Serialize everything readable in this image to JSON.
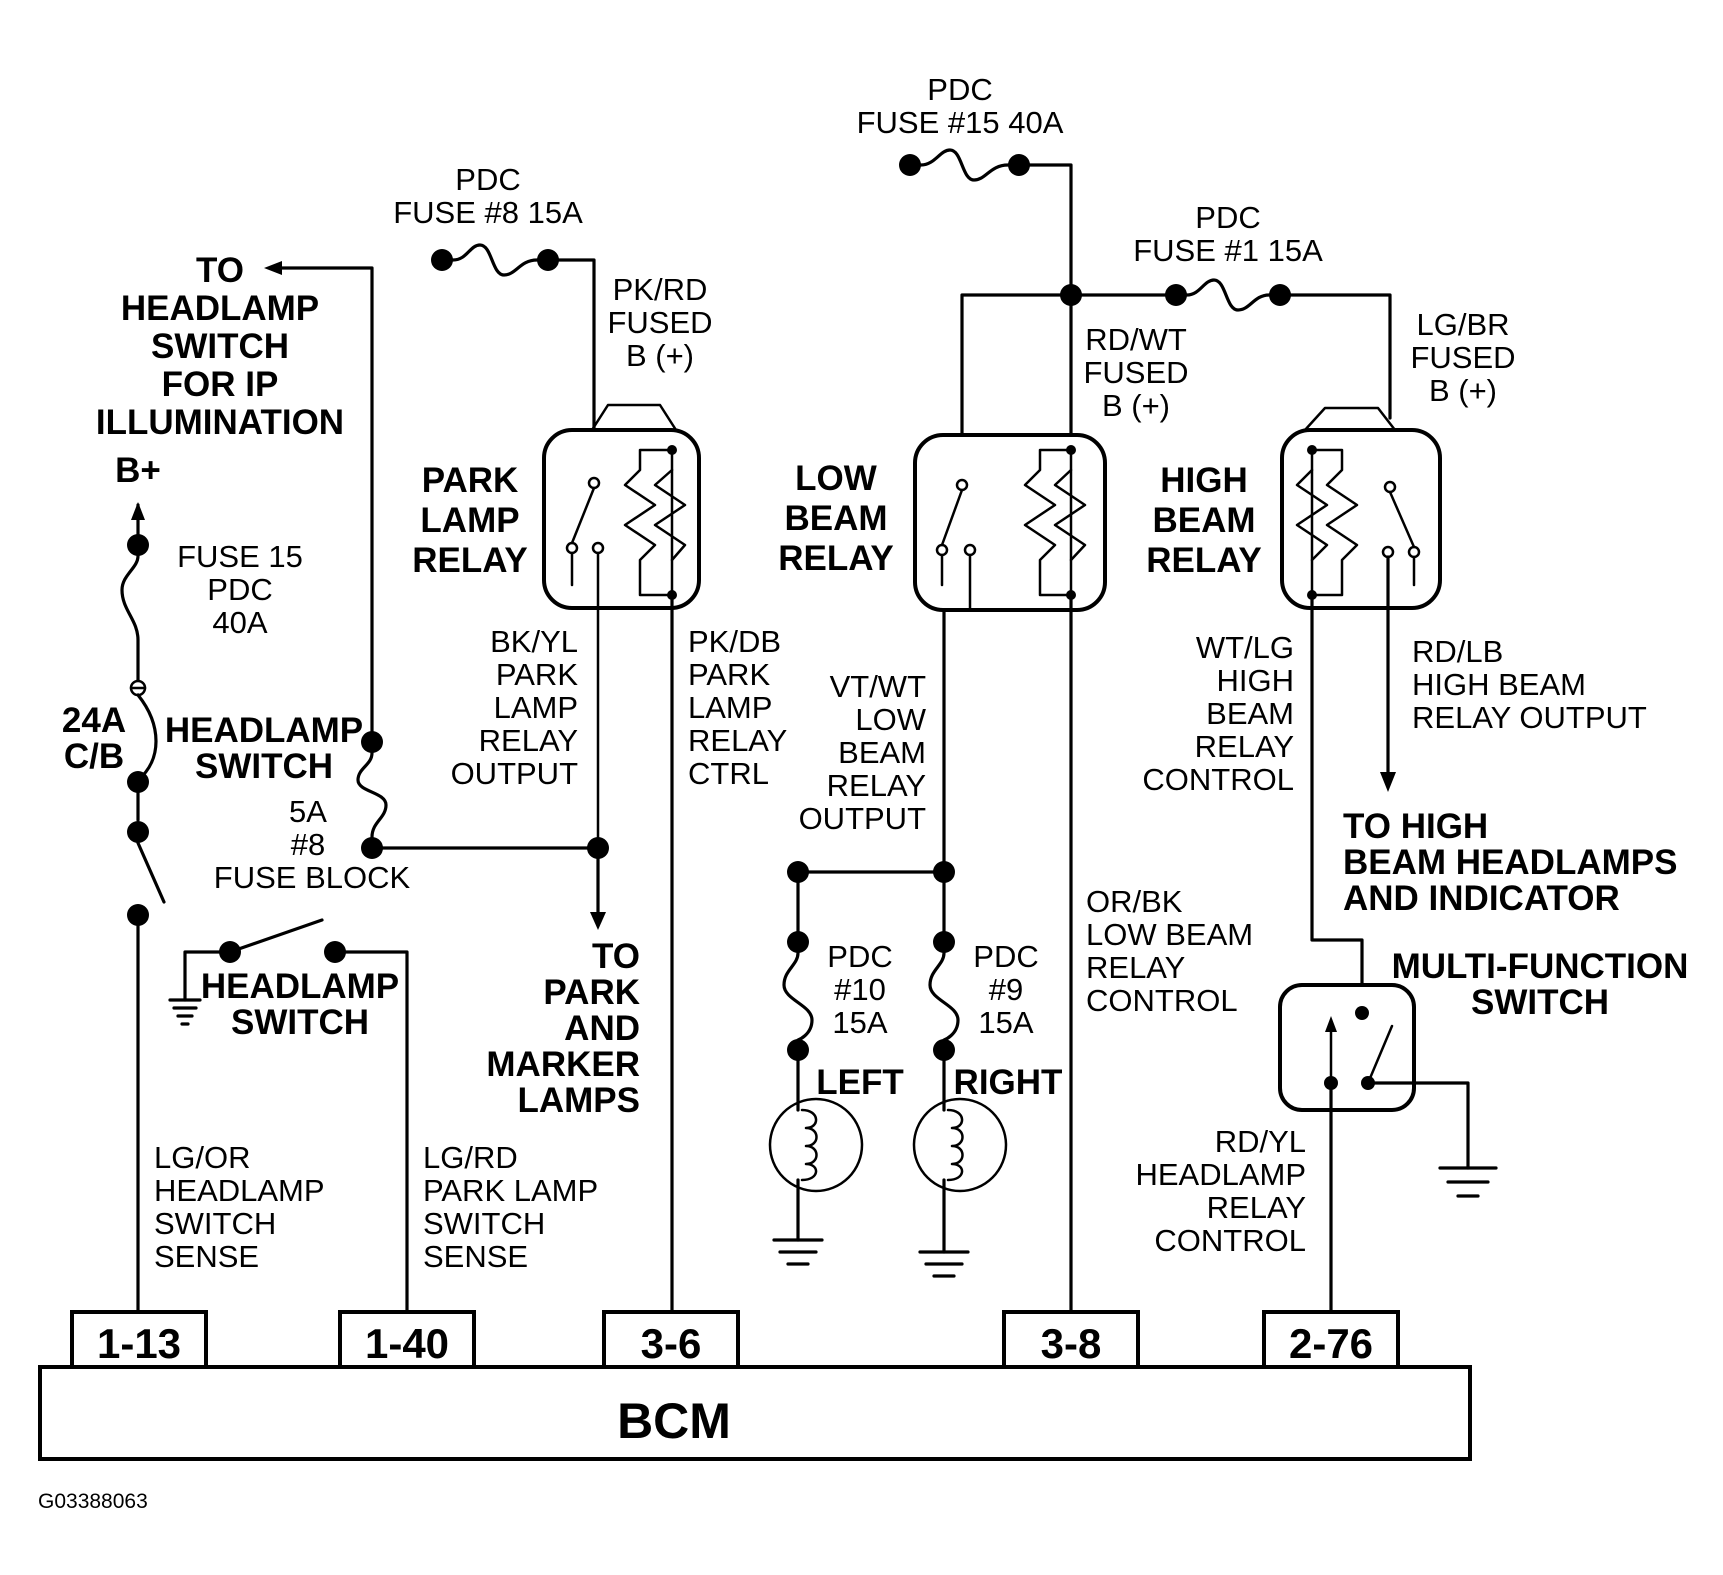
{
  "diagram_id": "G03388063",
  "module": {
    "label": "BCM"
  },
  "pins": [
    "1-13",
    "1-40",
    "3-6",
    "3-8",
    "2-76"
  ],
  "fuses": {
    "pdc15_top": [
      "PDC",
      "FUSE #15 40A"
    ],
    "pdc8": [
      "PDC",
      "FUSE #8 15A"
    ],
    "pdc1": [
      "PDC",
      "FUSE #1 15A"
    ],
    "fuse15_left": [
      "FUSE 15",
      "PDC",
      "40A"
    ],
    "cb": [
      "24A",
      "C/B"
    ],
    "fuseblock": [
      "5A",
      "#8",
      "FUSE BLOCK"
    ],
    "pdc10": [
      "PDC",
      "#10",
      "15A"
    ],
    "pdc9": [
      "PDC",
      "#9",
      "15A"
    ]
  },
  "relays": {
    "park": [
      "PARK",
      "LAMP",
      "RELAY"
    ],
    "low": [
      "LOW",
      "BEAM",
      "RELAY"
    ],
    "high": [
      "HIGH",
      "BEAM",
      "RELAY"
    ]
  },
  "switches": {
    "headlamp_upper": [
      "HEADLAMP",
      "SWITCH"
    ],
    "headlamp_lower": [
      "HEADLAMP",
      "SWITCH"
    ],
    "multifunction": [
      "MULTI-FUNCTION",
      "SWITCH"
    ]
  },
  "destinations": {
    "to_headlamp_switch": [
      "TO",
      "HEADLAMP",
      "SWITCH",
      "FOR IP",
      "ILLUMINATION"
    ],
    "bplus": "B+",
    "to_park": [
      "TO",
      "PARK",
      "AND",
      "MARKER",
      "LAMPS"
    ],
    "to_high": [
      "TO HIGH",
      "BEAM HEADLAMPS",
      "AND INDICATOR"
    ]
  },
  "lamps": {
    "left": "LEFT",
    "right": "RIGHT"
  },
  "wires": {
    "pk_rd": [
      "PK/RD",
      "FUSED",
      "B (+)"
    ],
    "rd_wt": [
      "RD/WT",
      "FUSED",
      "B (+)"
    ],
    "lg_br": [
      "LG/BR",
      "FUSED",
      "B (+)"
    ],
    "bk_yl": [
      "BK/YL",
      "PARK",
      "LAMP",
      "RELAY",
      "OUTPUT"
    ],
    "pk_db": [
      "PK/DB",
      "PARK",
      "LAMP",
      "RELAY",
      "CTRL"
    ],
    "vt_wt": [
      "VT/WT",
      "LOW",
      "BEAM",
      "RELAY",
      "OUTPUT"
    ],
    "wt_lg": [
      "WT/LG",
      "HIGH",
      "BEAM",
      "RELAY",
      "CONTROL"
    ],
    "rd_lb": [
      "RD/LB",
      "HIGH BEAM",
      "RELAY OUTPUT"
    ],
    "or_bk": [
      "OR/BK",
      "LOW BEAM",
      "RELAY",
      "CONTROL"
    ],
    "lg_or": [
      "LG/OR",
      "HEADLAMP",
      "SWITCH",
      "SENSE"
    ],
    "lg_rd": [
      "LG/RD",
      "PARK LAMP",
      "SWITCH",
      "SENSE"
    ],
    "rd_yl": [
      "RD/YL",
      "HEADLAMP",
      "RELAY",
      "CONTROL"
    ]
  }
}
